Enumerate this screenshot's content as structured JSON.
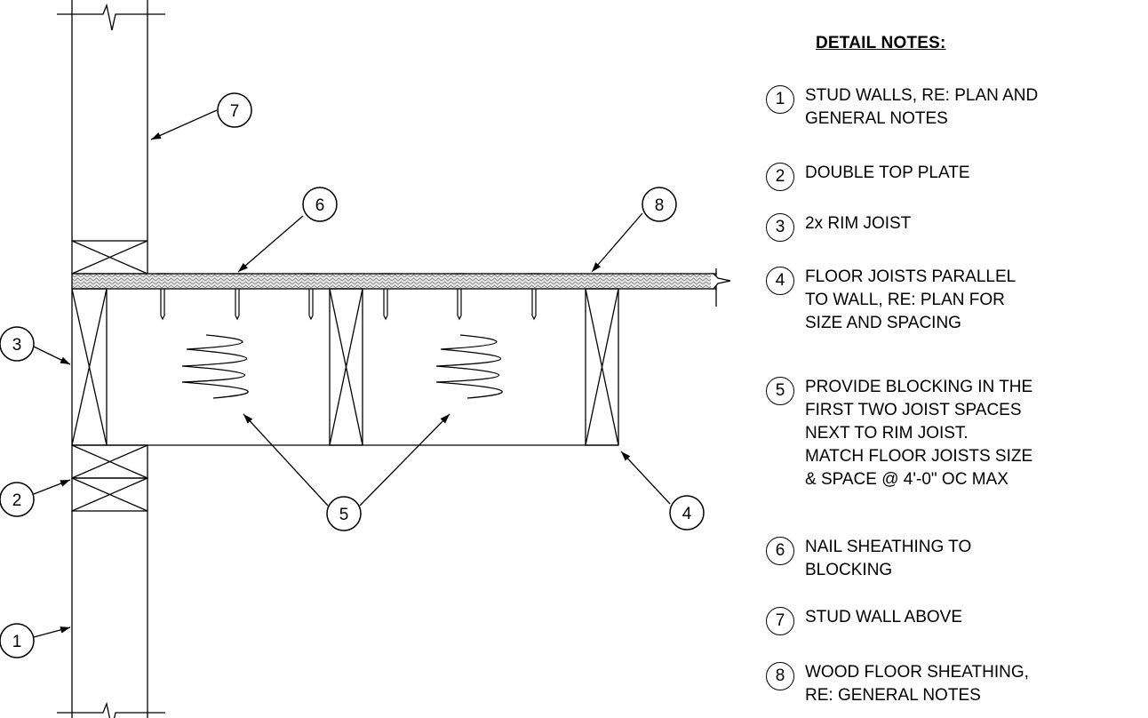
{
  "callouts": [
    "1",
    "2",
    "3",
    "4",
    "5",
    "6",
    "7",
    "8"
  ],
  "notes": {
    "title": "DETAIL NOTES:",
    "items": [
      {
        "num": "1",
        "text": "STUD WALLS, RE: PLAN AND\nGENERAL NOTES"
      },
      {
        "num": "2",
        "text": "DOUBLE TOP PLATE"
      },
      {
        "num": "3",
        "text": "2x RIM JOIST"
      },
      {
        "num": "4",
        "text": "FLOOR JOISTS PARALLEL\nTO WALL, RE: PLAN FOR\nSIZE AND SPACING"
      },
      {
        "num": "5",
        "text": "PROVIDE BLOCKING IN THE\nFIRST TWO JOIST SPACES\nNEXT TO RIM JOIST.\nMATCH FLOOR JOISTS SIZE\n& SPACE @ 4'-0\" OC MAX"
      },
      {
        "num": "6",
        "text": "NAIL SHEATHING TO\nBLOCKING"
      },
      {
        "num": "7",
        "text": "STUD WALL ABOVE"
      },
      {
        "num": "8",
        "text": "WOOD FLOOR SHEATHING,\nRE: GENERAL NOTES"
      }
    ]
  }
}
